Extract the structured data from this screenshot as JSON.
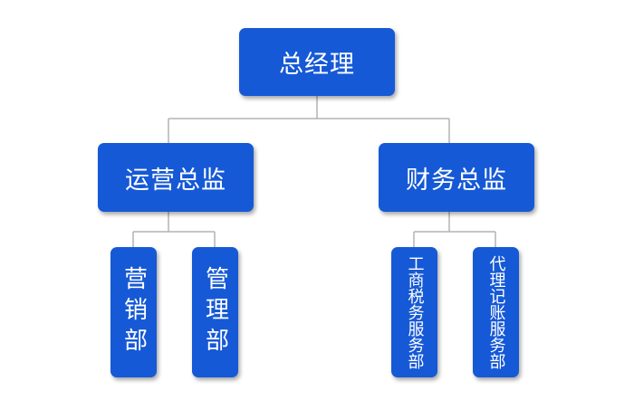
{
  "org_chart": {
    "root": {
      "label": "总经理"
    },
    "directors": [
      {
        "label": "运营总监",
        "departments": [
          {
            "label": "营销部"
          },
          {
            "label": "管理部"
          }
        ]
      },
      {
        "label": "财务总监",
        "departments": [
          {
            "label": "工商税务服务部"
          },
          {
            "label": "代理记账服务部"
          }
        ]
      }
    ]
  },
  "colors": {
    "node_fill": "#1659d6",
    "node_text": "#ffffff",
    "connector": "#b3b3b3"
  }
}
